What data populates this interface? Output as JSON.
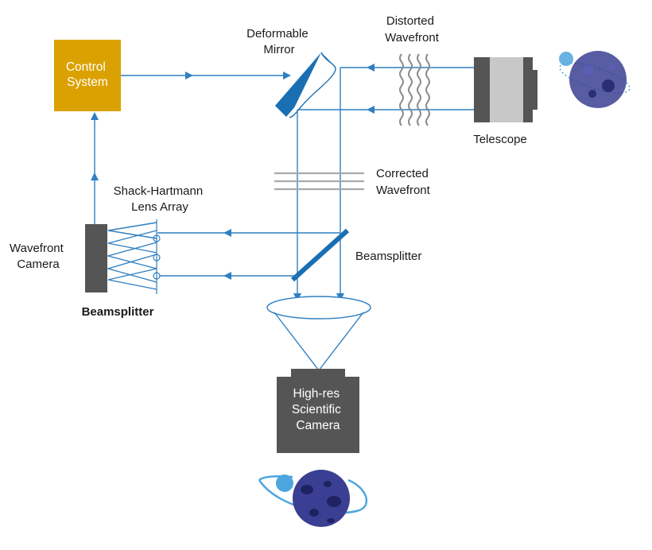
{
  "colors": {
    "beam": "#2f7fc1",
    "control_box": "#dba100",
    "mirror": "#1a6fb3",
    "camera_body": "#555555",
    "planet": "#3a3f93",
    "moon": "#4da6dd"
  },
  "labels": {
    "control_system": [
      "Control",
      "System"
    ],
    "deformable_mirror": [
      "Deformable",
      "Mirror"
    ],
    "distorted_wavefront": [
      "Distorted",
      "Wavefront"
    ],
    "telescope": "Telescope",
    "corrected_wavefront": [
      "Corrected",
      "Wavefront"
    ],
    "shack_hartmann": [
      "Shack-Hartmann",
      "Lens Array"
    ],
    "wavefront_camera": [
      "Wavefront",
      "Camera"
    ],
    "beamsplitter_right": "Beamsplitter",
    "beamsplitter_left": "Beamsplitter",
    "scientific_camera": [
      "High-res",
      "Scientific",
      "Camera"
    ]
  },
  "icons": [
    "planet-icon",
    "distorted-planet-icon",
    "arrow-icon"
  ]
}
